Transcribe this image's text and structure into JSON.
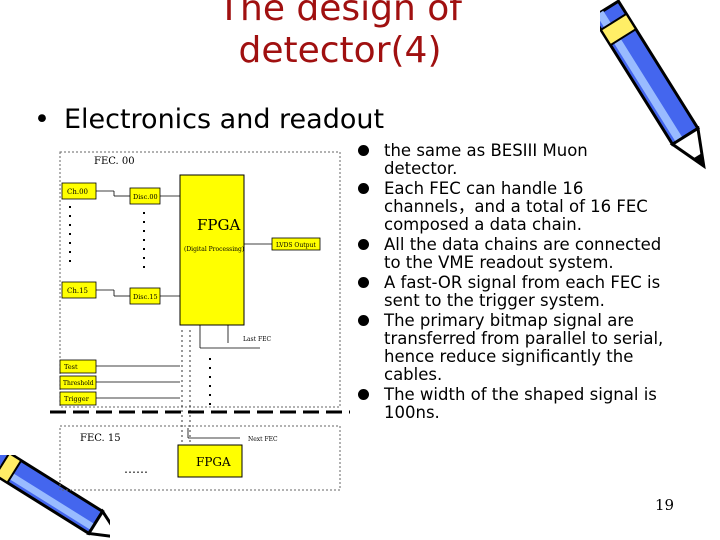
{
  "slide": {
    "title_line1": "The design of",
    "title_line2": "detector(4)",
    "subtitle": "Electronics and readout",
    "subtitle_bullet": "•",
    "page_number": "19"
  },
  "bullets": [
    "the same as BESIII Muon detector.",
    "Each FEC can handle 16 channels，and a total of 16 FEC composed a data chain.",
    "All the data chains are connected to the VME readout system.",
    "A fast-OR signal from each FEC is sent to the trigger system.",
    "The primary bitmap signal are transferred from parallel to serial, hence reduce significantly the cables.",
    "The width of the shaped signal is 100ns."
  ],
  "diagram": {
    "fec00": "FEC. 00",
    "ch00": "Ch.00",
    "disc00": "Disc.00",
    "ch15": "Ch.15",
    "disc15": "Disc.15",
    "fpga": "FPGA",
    "fpga_sub": "(Digital Processing)",
    "lvds": "LVDS Output",
    "last_fec": "Last FEC",
    "test": "Test",
    "threshold": "Threshold",
    "trigger": "Trigger",
    "fec15": "FEC. 15",
    "next_fec": "Next FEC",
    "fpga2": "FPGA",
    "ellipsis": "……",
    "colors": {
      "yellow": "#ffff00",
      "title_red": "#a01010"
    }
  }
}
